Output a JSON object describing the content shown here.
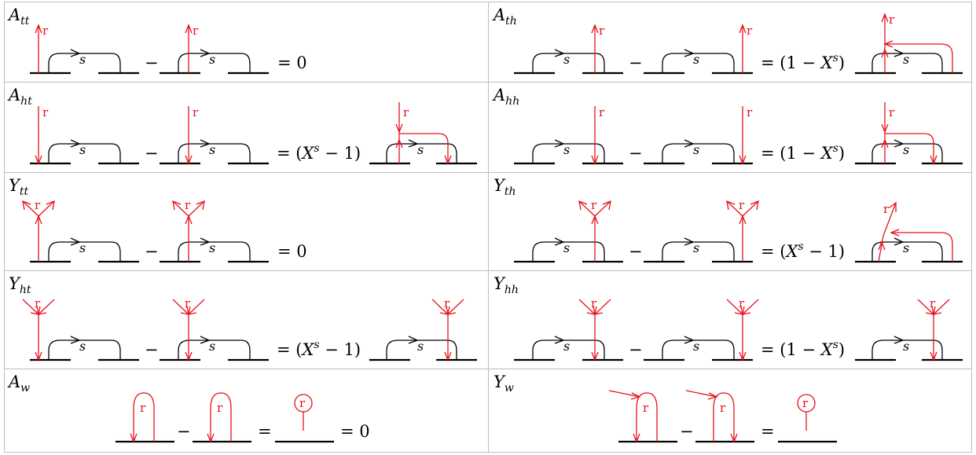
{
  "colors": {
    "loop_red": "#e8111b",
    "ink": "#000000",
    "grid": "#bdbdbd"
  },
  "operator_minus": "−",
  "loop_label": "r",
  "edge_label": "s",
  "cells": [
    {
      "id": "Att",
      "label_main": "A",
      "label_sub": "tt",
      "rhs": "= 0"
    },
    {
      "id": "Ath",
      "label_main": "A",
      "label_sub": "th",
      "rhs_prefix": "= (1 − ",
      "rhs_var": "X",
      "rhs_sup": "s",
      "rhs_suffix": ")"
    },
    {
      "id": "Aht",
      "label_main": "A",
      "label_sub": "ht",
      "rhs_prefix": "= (",
      "rhs_var": "X",
      "rhs_sup": "s",
      "rhs_suffix": " − 1)"
    },
    {
      "id": "Ahh",
      "label_main": "A",
      "label_sub": "hh",
      "rhs_prefix": "= (1 − ",
      "rhs_var": "X",
      "rhs_sup": "s",
      "rhs_suffix": ")"
    },
    {
      "id": "Ytt",
      "label_main": "Y",
      "label_sub": "tt",
      "rhs": "= 0"
    },
    {
      "id": "Yth",
      "label_main": "Y",
      "label_sub": "th",
      "rhs_prefix": "= (",
      "rhs_var": "X",
      "rhs_sup": "s",
      "rhs_suffix": " − 1)"
    },
    {
      "id": "Yht",
      "label_main": "Y",
      "label_sub": "ht",
      "rhs_prefix": "= (",
      "rhs_var": "X",
      "rhs_sup": "s",
      "rhs_suffix": " − 1)"
    },
    {
      "id": "Yhh",
      "label_main": "Y",
      "label_sub": "hh",
      "rhs_prefix": "= (1 − ",
      "rhs_var": "X",
      "rhs_sup": "s",
      "rhs_suffix": ")"
    },
    {
      "id": "Aw",
      "label_main": "A",
      "label_sub": "w",
      "equals": "=",
      "rhs": "= 0"
    },
    {
      "id": "Yw",
      "label_main": "Y",
      "label_sub": "w",
      "equals": "="
    }
  ]
}
